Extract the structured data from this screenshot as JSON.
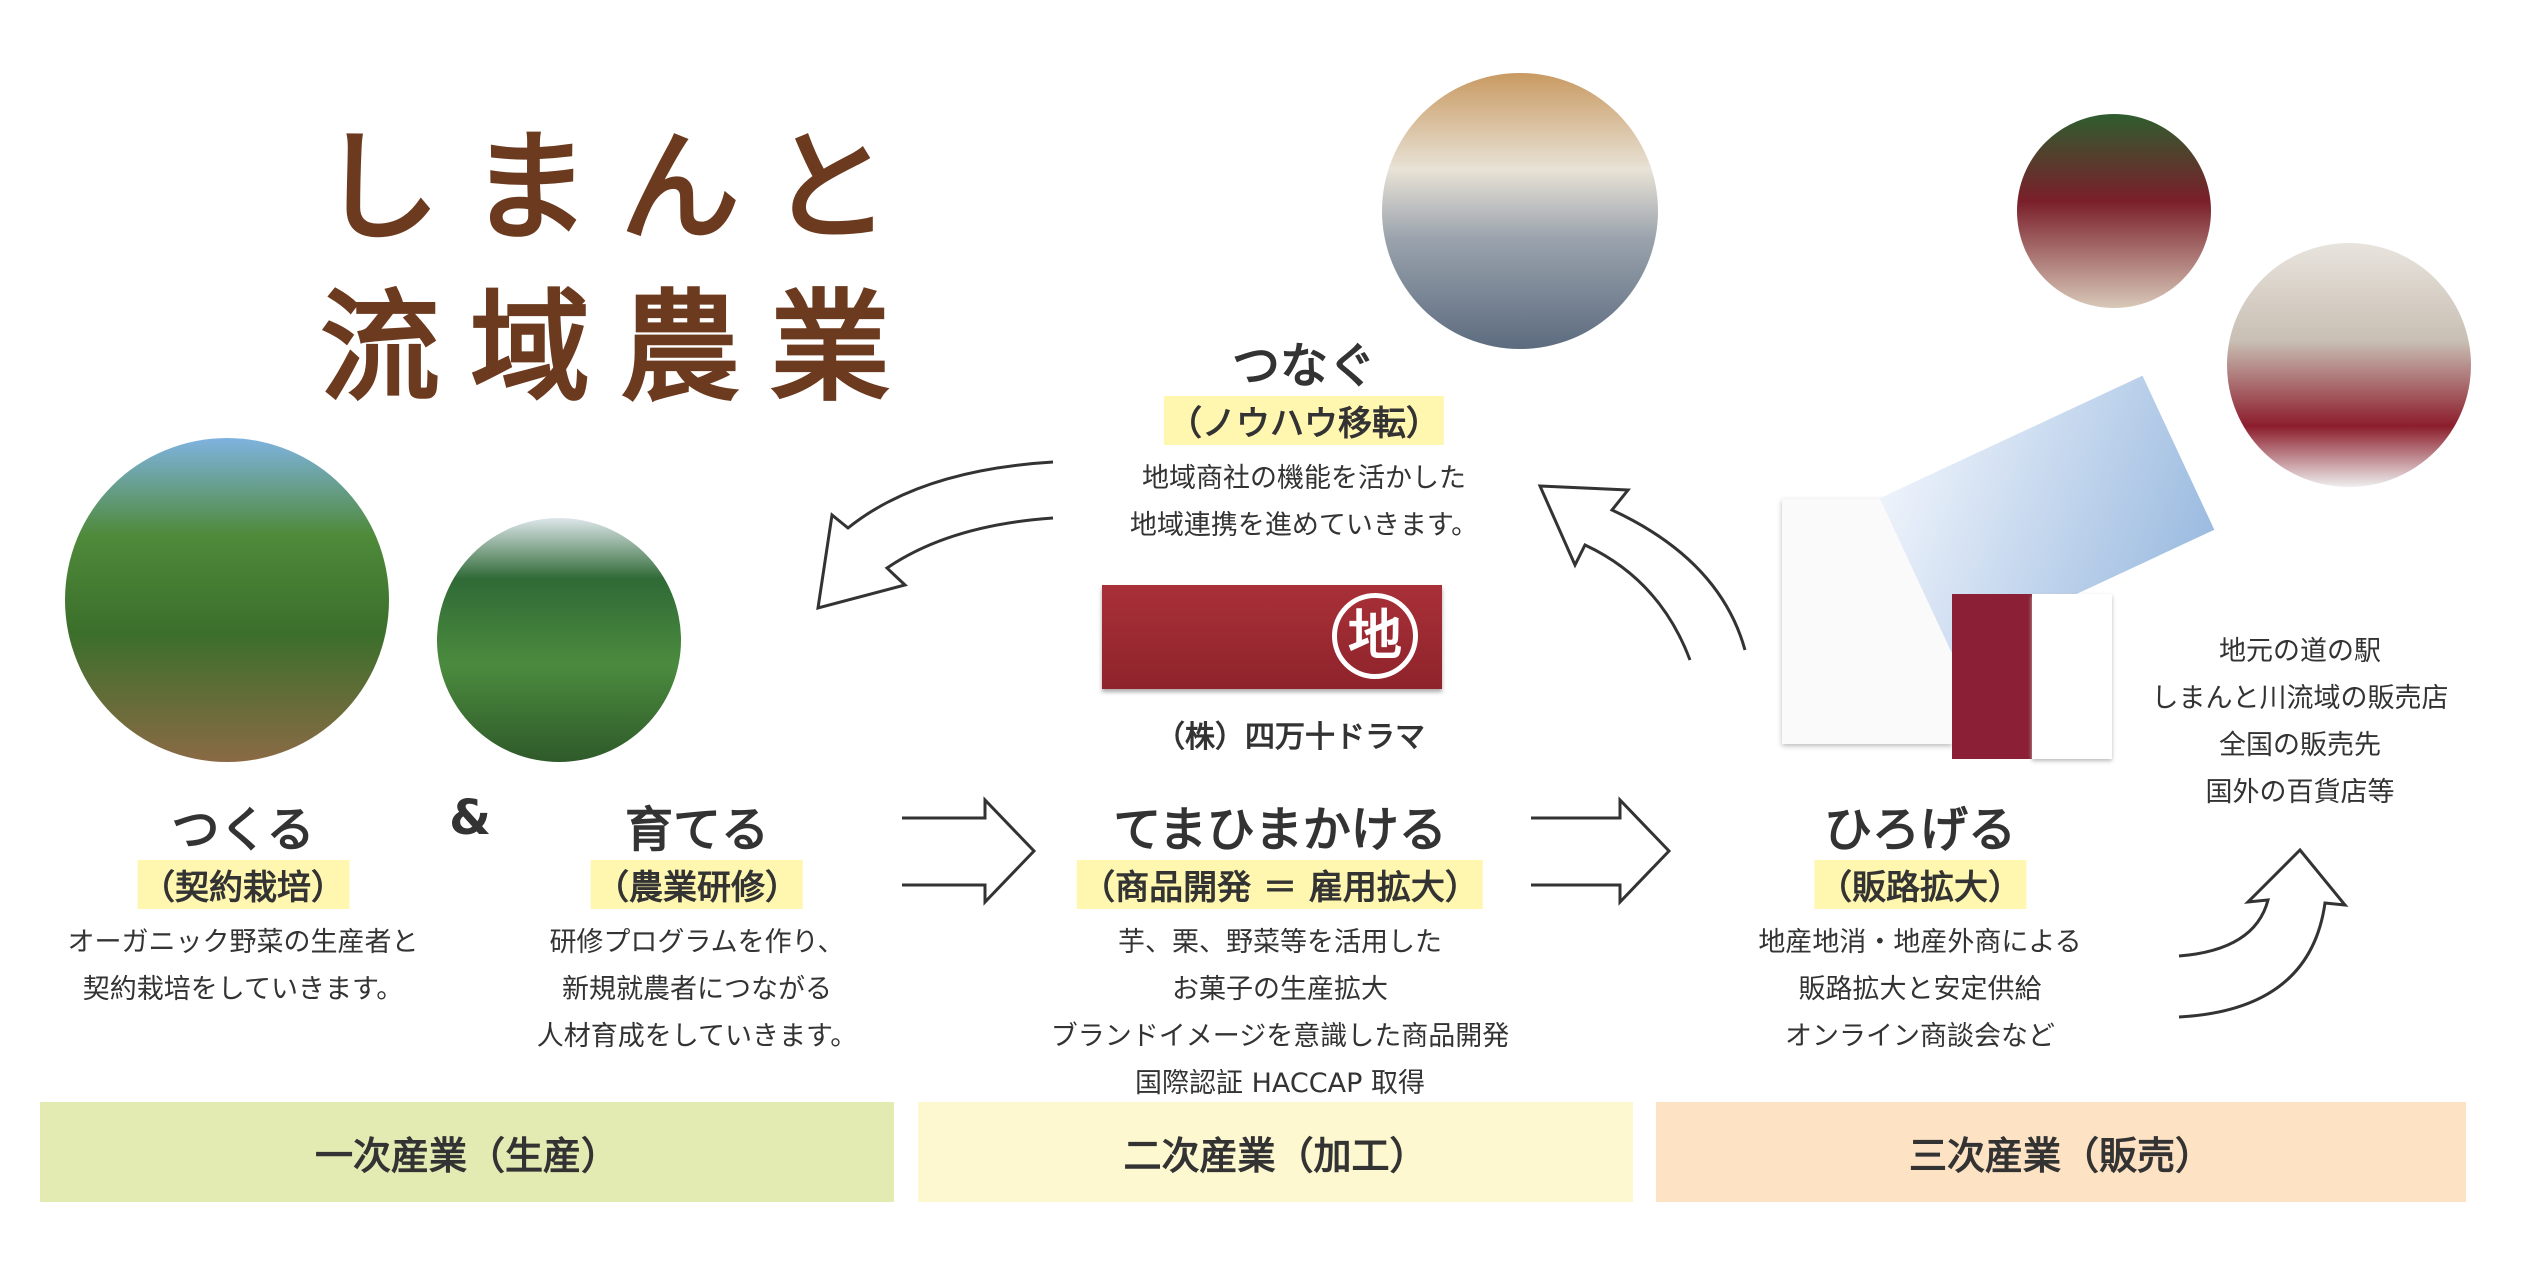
{
  "title": {
    "line1": "しまんと",
    "line2": "流域農業"
  },
  "tsunagu": {
    "heading": "つなぐ",
    "sub": "（ノウハウ移転）",
    "desc": [
      "地域商社の機能を活かした",
      "地域連携を進めていきます。"
    ]
  },
  "company": {
    "name": "（株）四万十ドラマ",
    "logo_char": "地"
  },
  "tsukuru": {
    "heading": "つくる",
    "sub": "（契約栽培）",
    "desc": [
      "オーガニック野菜の生産者と",
      "契約栽培をしていきます。"
    ]
  },
  "ampersand": "&",
  "sodateru": {
    "heading": "育てる",
    "sub": "（農業研修）",
    "desc": [
      "研修プログラムを作り、",
      "新規就農者につながる",
      "人材育成をしていきます。"
    ]
  },
  "temahima": {
    "heading": "てまひまかける",
    "sub": "（商品開発 ＝ 雇用拡大）",
    "desc": [
      "芋、栗、野菜等を活用した",
      "お菓子の生産拡大",
      "ブランドイメージを意識した商品開発",
      "国際認証 HACCAP 取得"
    ]
  },
  "hirogeru": {
    "heading": "ひろげる",
    "sub": "（販路拡大）",
    "desc": [
      "地産地消・地産外商による",
      "販路拡大と安定供給",
      "オンライン商談会など"
    ]
  },
  "outlets": [
    "地元の道の駅",
    "しまんと川流域の販売店",
    "全国の販売先",
    "国外の百貨店等"
  ],
  "bands": [
    {
      "label": "一次産業（生産）",
      "color": "#e3ebb3"
    },
    {
      "label": "二次産業（加工）",
      "color": "#fdf8d0"
    },
    {
      "label": "三次産業（販売）",
      "color": "#fde3c4"
    }
  ],
  "colors": {
    "title": "#6b3a1f",
    "highlight": "#fff6b0",
    "brand_red": "#9e2a32"
  }
}
